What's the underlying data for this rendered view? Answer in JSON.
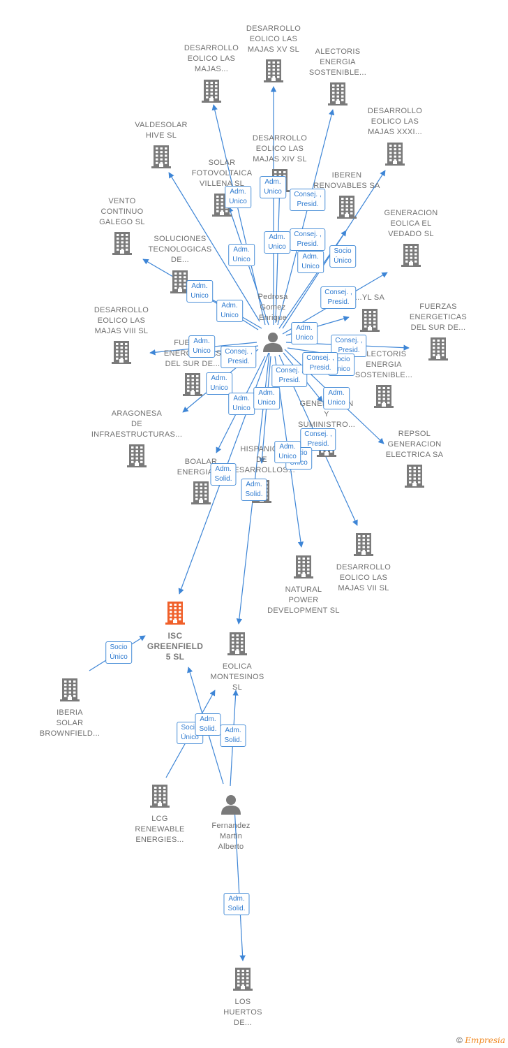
{
  "footer": {
    "copyright": "©",
    "brand": "Empresia"
  },
  "colors": {
    "edge": "#3d85d6",
    "building": "#7a7a7a",
    "focus": "#f0602a",
    "person": "#7a7a7a",
    "badge_text": "#2f7bd0"
  },
  "nodes": [
    {
      "id": "majas_xv",
      "kind": "company",
      "label": "DESARROLLO\nEOLICO LAS\nMAJAS XV  SL"
    },
    {
      "id": "majas_x",
      "kind": "company",
      "label": "DESARROLLO\nEOLICO LAS\nMAJAS..."
    },
    {
      "id": "alectoris1",
      "kind": "company",
      "label": "ALECTORIS\nENERGIA\nSOSTENIBLE..."
    },
    {
      "id": "majas_xxxi",
      "kind": "company",
      "label": "DESARROLLO\nEOLICO LAS\nMAJAS XXXI..."
    },
    {
      "id": "valdesolar",
      "kind": "company",
      "label": "VALDESOLAR\nHIVE  SL"
    },
    {
      "id": "majas_xiv",
      "kind": "company",
      "label": "DESARROLLO\nEOLICO LAS\nMAJAS XIV  SL"
    },
    {
      "id": "villena",
      "kind": "company",
      "label": "SOLAR\nFOTOVOLTAICA\nVILLENA  SL"
    },
    {
      "id": "iberen",
      "kind": "company",
      "label": "IBEREN\nRENOVABLES SA"
    },
    {
      "id": "vento",
      "kind": "company",
      "label": "VENTO\nCONTINUO\nGALEGO SL"
    },
    {
      "id": "vedado",
      "kind": "company",
      "label": "GENERACION\nEOLICA EL\nVEDADO SL"
    },
    {
      "id": "soluciones",
      "kind": "company",
      "label": "SOLUCIONES\nTECNOLOGICAS\nDE..."
    },
    {
      "id": "yl",
      "kind": "company",
      "label": "...YL SA"
    },
    {
      "id": "majas_viii",
      "kind": "company",
      "label": "DESARROLLO\nEOLICO LAS\nMAJAS VIII  SL"
    },
    {
      "id": "fuerzas1",
      "kind": "company",
      "label": "FUERZAS\nENERGETICAS\nDEL SUR DE..."
    },
    {
      "id": "fuerzas2",
      "kind": "company",
      "label": "FUERZAS\nENERGETICAS\nDEL SUR DE..."
    },
    {
      "id": "alectoris2",
      "kind": "company",
      "label": "ALECTORIS\nENERGIA\nSOSTENIBLE..."
    },
    {
      "id": "aragonesa",
      "kind": "company",
      "label": "ARAGONESA\nDE\nINFRAESTRUCTURAS..."
    },
    {
      "id": "generacion",
      "kind": "company",
      "label": "GENERACION\nY\nSUMINISTRO..."
    },
    {
      "id": "repsol",
      "kind": "company",
      "label": "REPSOL\nGENERACION\nELECTRICA SA"
    },
    {
      "id": "boalar",
      "kind": "company",
      "label": "BOALAR\nENERGIA SL"
    },
    {
      "id": "hispanica",
      "kind": "company",
      "label": "HISPANICA\nDE\nDESARROLLOS..."
    },
    {
      "id": "majas_vii",
      "kind": "company",
      "label": "DESARROLLO\nEOLICO LAS\nMAJAS VII  SL"
    },
    {
      "id": "natural",
      "kind": "company",
      "label": "NATURAL\nPOWER\nDEVELOPMENT SL"
    },
    {
      "id": "isc",
      "kind": "focus",
      "label": "ISC\nGREENFIELD\n5  SL"
    },
    {
      "id": "montesinos",
      "kind": "company",
      "label": "EOLICA\nMONTESINOS\nSL"
    },
    {
      "id": "iberia",
      "kind": "company",
      "label": "IBERIA\nSOLAR\nBROWNFIELD..."
    },
    {
      "id": "lcg",
      "kind": "company",
      "label": "LCG\nRENEWABLE\nENERGIES..."
    },
    {
      "id": "huertos",
      "kind": "company",
      "label": "LOS\nHUERTOS\nDE..."
    },
    {
      "id": "pedrosa",
      "kind": "person",
      "label": "Pedrosa\nGomez\nEnrique"
    },
    {
      "id": "fernandez",
      "kind": "person",
      "label": "Fernandez\nMartin\nAlberto"
    }
  ],
  "badges": [
    "Adm.\nUnico",
    "Adm.\nUnico",
    "Consej. ,\nPresid.",
    "Consej. ,\nPresid.",
    "Adm.\nUnico",
    "Adm.\nUnico",
    "Adm.\nUnico",
    "Socio\nÚnico",
    "Adm.\nUnico",
    "Adm.\nUnico",
    "Consej. ,\nPresid.",
    "Adm.\nUnico",
    "Adm.\nUnico",
    "Consej. ,\nPresid.",
    "Consej. ,\nPresid.",
    "Consej. ,\nPresid.",
    "Socio\nÚnico",
    "Consej. ,\nPresid.",
    "Adm.\nUnico",
    "Adm.\nUnico",
    "Adm.\nUnico",
    "Adm.\nUnico",
    "Consej. ,\nPresid.",
    "Socio\nÚnico",
    "Adm.\nUnico",
    "Adm.\nSolid.",
    "Adm.\nSolid.",
    "Socio\nÚnico",
    "Socio\nÚnico",
    "Adm.\nSolid.",
    "Adm.\nSolid.",
    "Adm.\nSolid."
  ]
}
